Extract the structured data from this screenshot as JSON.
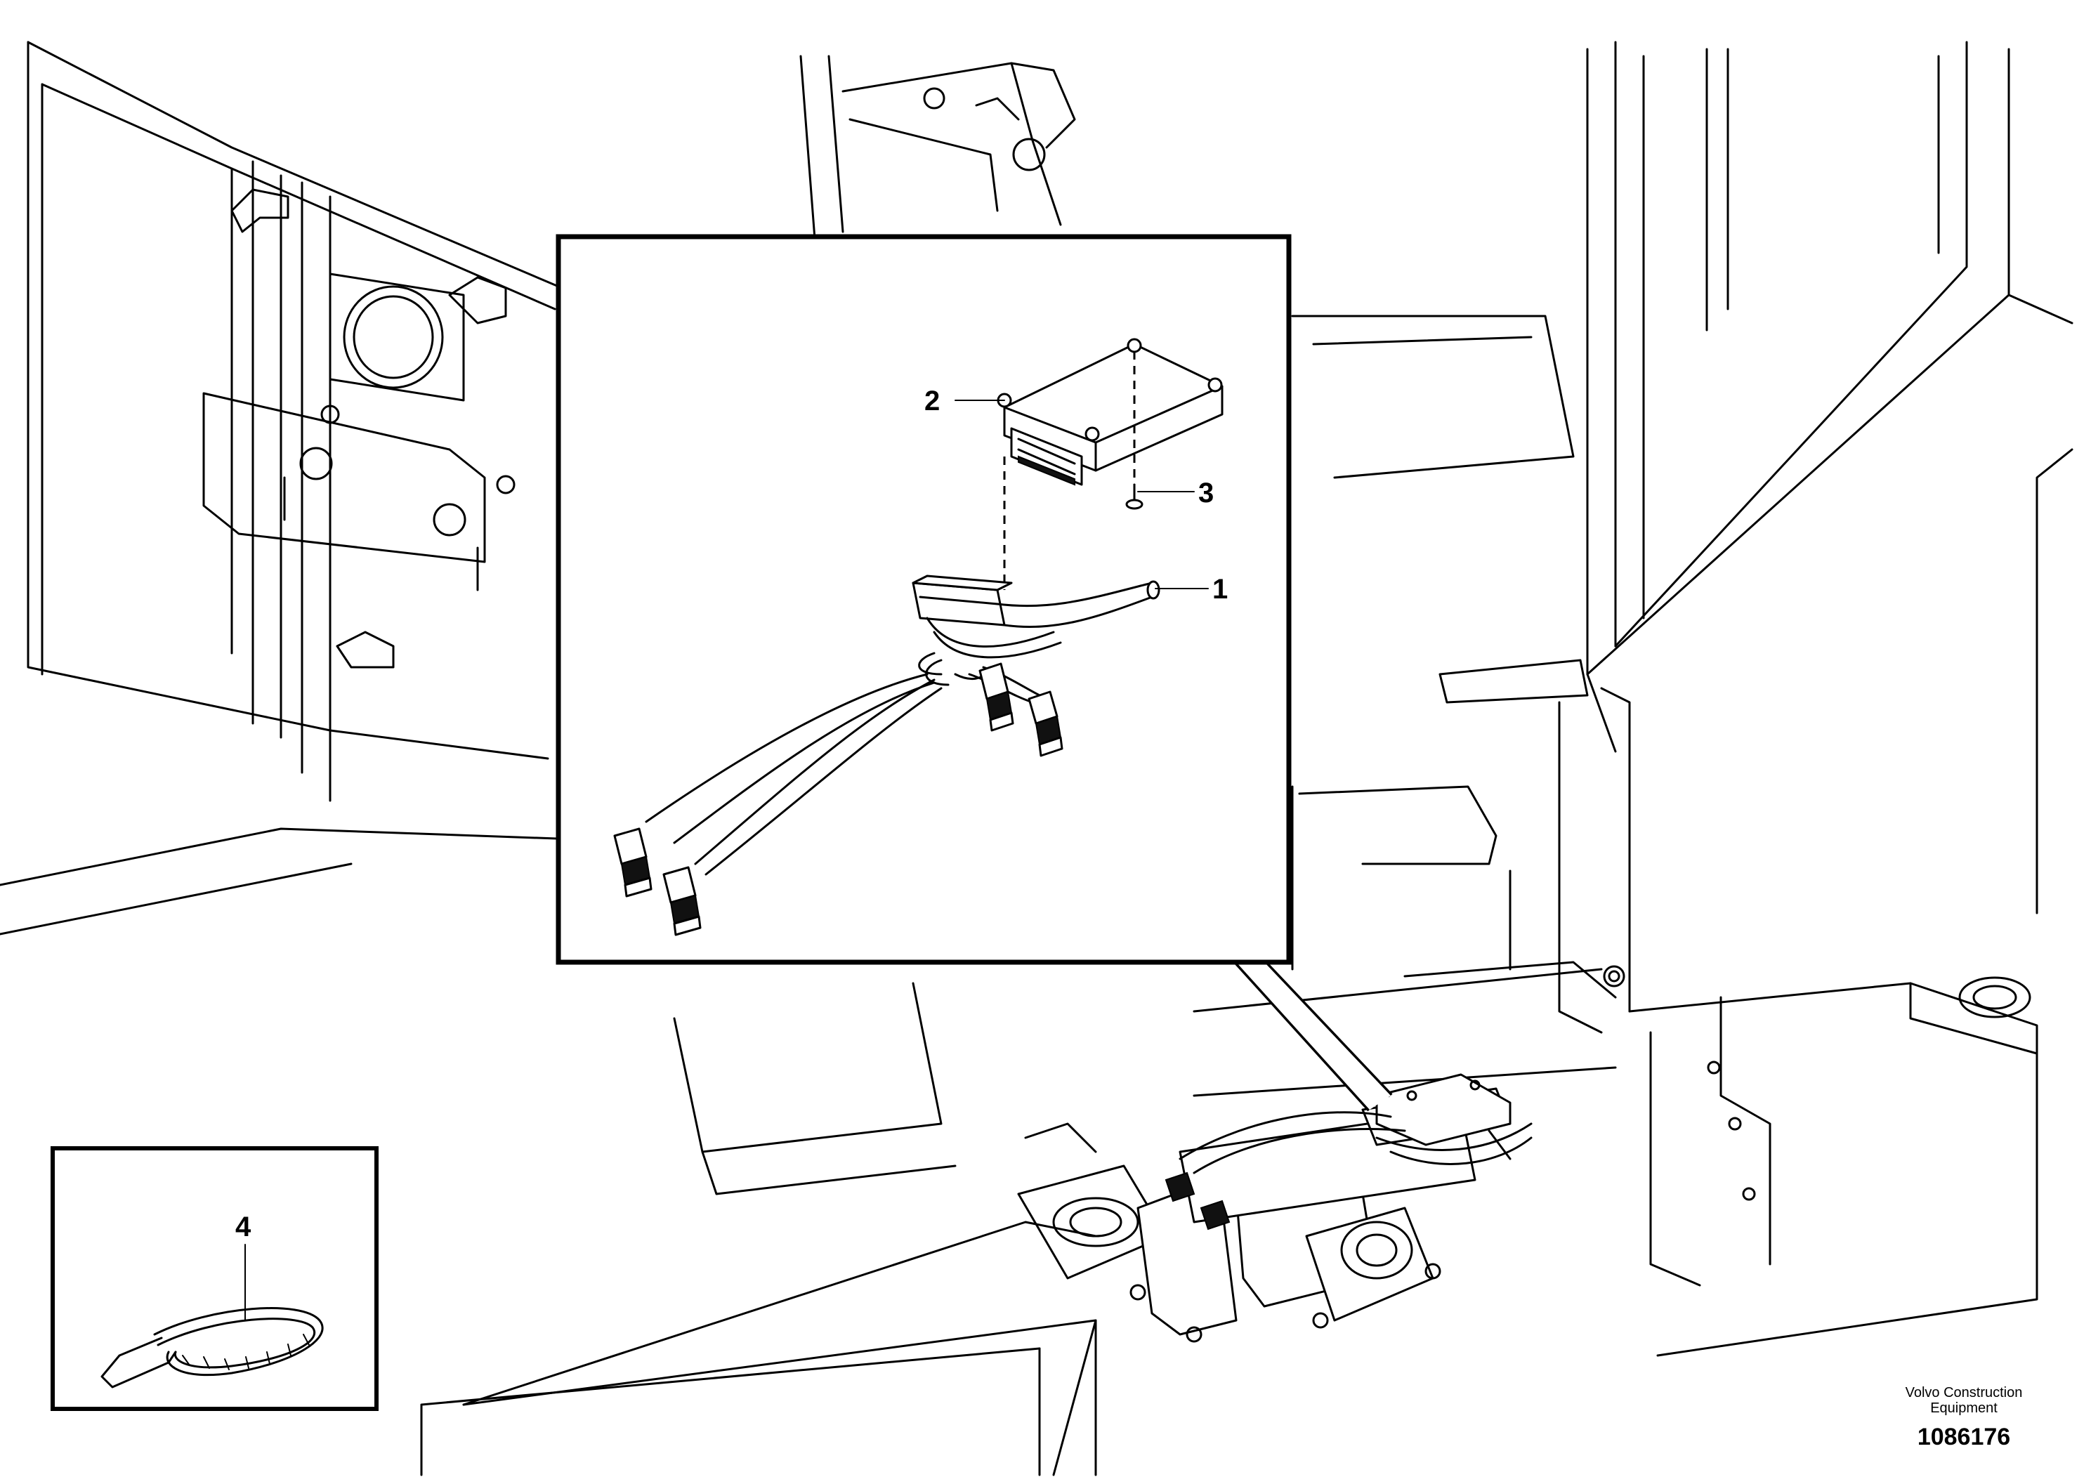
{
  "callouts": [
    {
      "label": "1",
      "part": "wiring harness"
    },
    {
      "label": "2",
      "part": "control unit"
    },
    {
      "label": "3",
      "part": "screw"
    },
    {
      "label": "4",
      "part": "cable tie"
    }
  ],
  "footer": {
    "credit_line1": "Volvo Construction",
    "credit_line2": "Equipment",
    "document_number": "1086176"
  }
}
